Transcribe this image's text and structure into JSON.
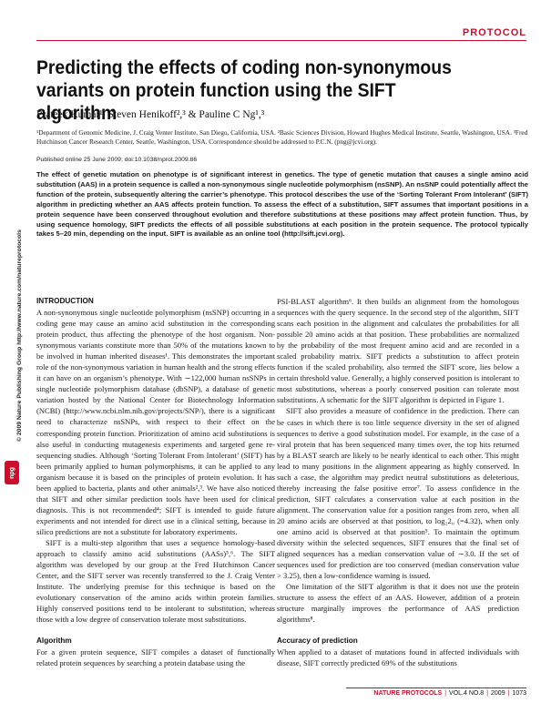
{
  "header": {
    "section_tag": "PROTOCOL"
  },
  "title": "Predicting the effects of coding non-synonymous variants on protein function using the SIFT algorithm",
  "authors": "Prateek Kumar¹, Steven Henikoff²,³ & Pauline C Ng¹,³",
  "affiliations": "¹Department of Genomic Medicine, J. Craig Venter Institute, San Diego, California, USA. ²Basic Sciences Division, Howard Hughes Medical Institute, Seattle, Washington, USA. ³Fred Hutchinson Cancer Research Center, Seattle, Washington, USA. Correspondence should be addressed to P.C.N. (png@jcvi.org).",
  "published": "Published online 25 June 2009; doi:10.1038/nprot.2009.86",
  "abstract": "The effect of genetic mutation on phenotype is of significant interest in genetics. The type of genetic mutation that causes a single amino acid substitution (AAS) in a protein sequence is called a non-synonymous single nucleotide polymorphism (nsSNP). An nsSNP could potentially affect the function of the protein, subsequently altering the carrier’s phenotype. This protocol describes the use of the ‘Sorting Tolerant From Intolerant’ (SIFT) algorithm in predicting whether an AAS affects protein function. To assess the effect of a substitution, SIFT assumes that important positions in a protein sequence have been conserved throughout evolution and therefore substitutions at these positions may affect protein function. Thus, by using sequence homology, SIFT predicts the effects of all possible substitutions at each position in the protein sequence. The protocol typically takes 5–20 min, depending on the input. SIFT is available as an online tool (http://sift.jcvi.org).",
  "sidebar": {
    "copyright": "© 2009 Nature Publishing Group  http://www.nature.com/natureprotocols",
    "logo_text": "npg"
  },
  "left_column": {
    "intro_heading": "INTRODUCTION",
    "intro_p1": "A non-synonymous single nucleotide polymorphism (nsSNP) occurring in a coding gene may cause an amino acid substitution in the corresponding protein product, thus affecting the phenotype of the host organism. Non-synonymous variants constitute more than 50% of the mutations known to be involved in human inherited diseases¹. This demonstrates the important role of the non-synonymous variation in human health and the strong effects it can have on an organism’s phenotype. With ∼122,000 human nsSNPs in single nucleotide polymorphism database (dbSNP), a database of genetic variation hosted by the National Center for Biotechnology Information (NCBI) (http://www.ncbi.nlm.nih.gov/projects/SNP/), there is a significant need to characterize nsSNPs, with respect to their effect on the corresponding protein function. Prioritization of amino acid substitutions is also useful in conducting mutagenesis experiments and targeted gene re-sequencing studies. Although ‘Sorting Tolerant From Intolerant’ (SIFT) has been primarily applied to human polymorphisms, it can be applied to any organism because it is based on the principles of protein evolution. It has been applied to bacteria, plants and other animals²,³. We have also noticed that SIFT and other similar prediction tools have been used for clinical diagnosis. This is not recommended⁴; SIFT is intended to guide future experiments and not intended for direct use in a clinical setting, because in silico predictions are not a substitute for laboratory experiments.",
    "intro_p2": "SIFT is a multi-step algorithm that uses a sequence homology-based approach to classify amino acid substitutions (AASs)⁵,⁶. The SIFT algorithm was developed by our group at the Fred Hutchinson Cancer Center, and the SIFT server was recently transferred to the J. Craig Venter Institute. The underlying premise for this technique is based on the evolutionary conservation of the amino acids within protein families. Highly conserved positions tend to be intolerant to substitution, whereas those with a low degree of conservation tolerate most substitutions.",
    "algorithm_heading": "Algorithm",
    "algorithm_p1": "For a given protein sequence, SIFT compiles a dataset of functionally related protein sequences by searching a protein database using the"
  },
  "right_column": {
    "p1": "PSI-BLAST algorithm⁶. It then builds an alignment from the homologous sequences with the query sequence. In the second step of the algorithm, SIFT scans each position in the alignment and calculates the probabilities for all possible 20 amino acids at that position. These probabilities are normalized by the probability of the most frequent amino acid and are recorded in a scaled probability matrix. SIFT predicts a substitution to affect protein function if the scaled probability, also termed the SIFT score, lies below a certain threshold value. Generally, a highly conserved position is intolerant to most substitutions, whereas a poorly conserved position can tolerate most substitutions. A schematic for the SIFT algorithm is depicted in Figure 1.",
    "p2": "SIFT also provides a measure of confidence in the prediction. There can be cases in which there is too little sequence diversity in the set of aligned sequences to derive a good substitution model. For example, in the case of a viral protein that has been sequenced many times over, the top hits returned by a BLAST search are likely to be nearly identical to each other. This might lead to many positions in the alignment appearing as highly conserved. In such a case, the algorithm may predict neutral substitutions as deleterious, thereby increasing the false positive error⁷. To assess confidence in the prediction, SIFT calculates a conservation value at each position in the alignment. The conservation value for a position ranges from zero, when all 20 amino acids are observed at that position, to log₂2₀ (=4.32), when only one amino acid is observed at that position⁵. To maintain the optimum diversity within the selected sequences, SIFT ensures that the final set of aligned sequences has a median conservation value of ∼3.0. If the set of sequences used for prediction are too conserved (median conservation value > 3.25), then a low-confidence warning is issued.",
    "p3": "One limitation of the SIFT algorithm is that it does not use the protein structure to assess the effect of an AAS. However, addition of a protein structure marginally improves the performance of AAS prediction algorithms⁸.",
    "accuracy_heading": "Accuracy of prediction",
    "accuracy_p1": "When applied to a dataset of mutations found in affected individuals with disease, SIFT correctly predicted 69% of the substitutions"
  },
  "footer": {
    "journal": "NATURE PROTOCOLS",
    "volume": "VOL.4 NO.8",
    "year": "2009",
    "page": "1073"
  },
  "colors": {
    "accent": "#c8102e",
    "text": "#1a1a1a"
  }
}
